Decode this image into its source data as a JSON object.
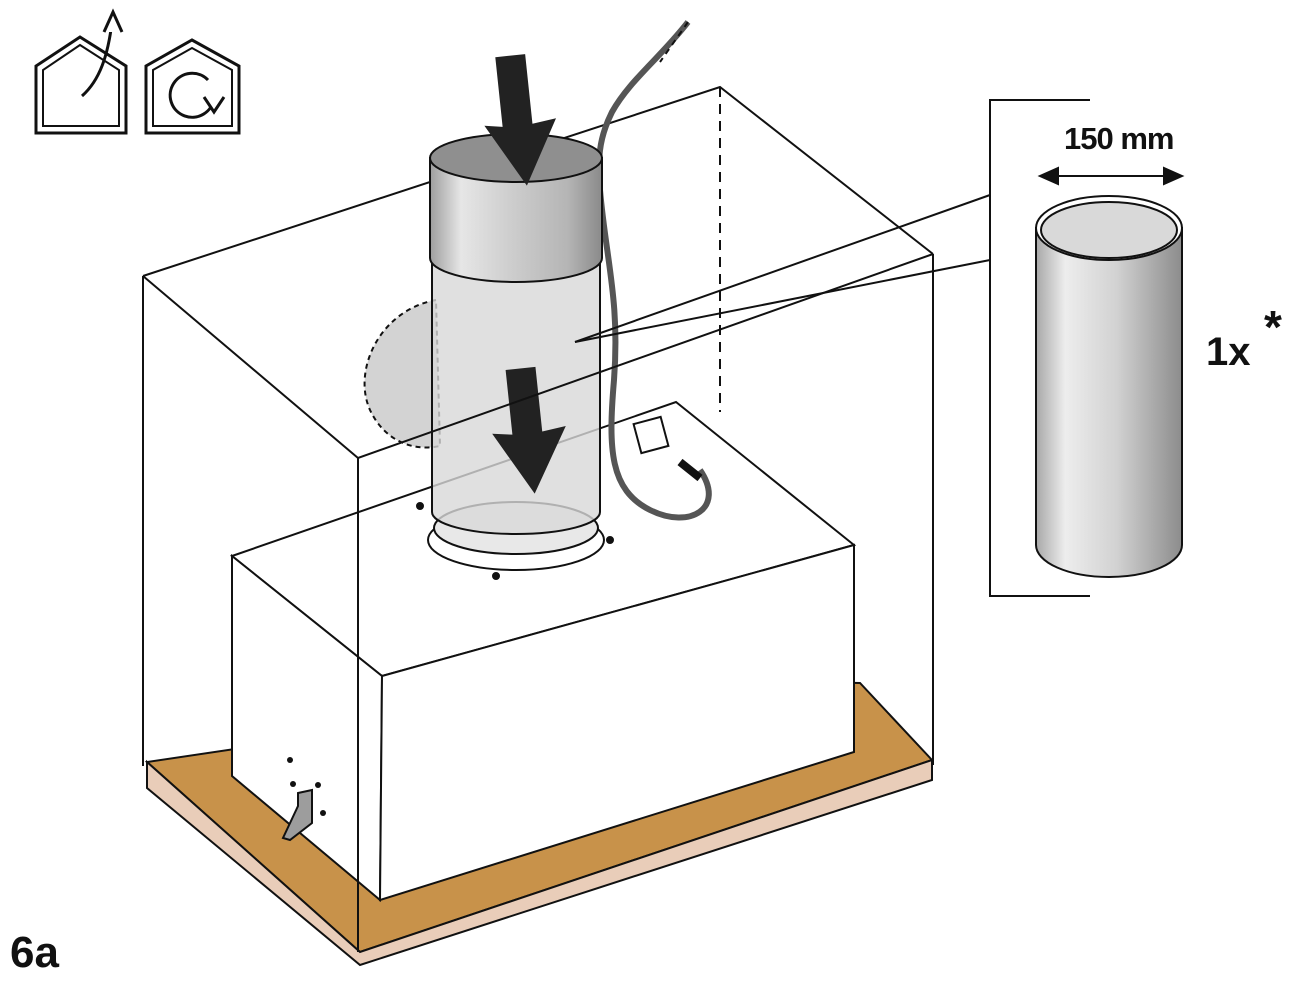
{
  "figure": {
    "number": "6a",
    "dimension": "150 mm",
    "quantity": "1x",
    "note_marker": "*"
  },
  "icons": [
    "house-exhaust-icon",
    "house-recirculation-icon",
    "down-arrow-icon",
    "duct-pipe-icon"
  ],
  "colors": {
    "outline": "#111111",
    "duct": "#c9c9c9",
    "duct_top": "#8f8f8f",
    "shelf": "#c8924a",
    "shelf_edge": "#e9cdb9"
  }
}
